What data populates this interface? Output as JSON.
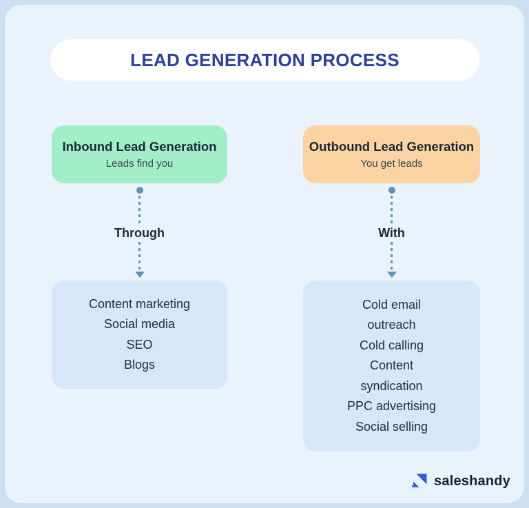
{
  "title": "LEAD GENERATION PROCESS",
  "colors": {
    "outer_bg": "#CFDFF3",
    "panel_bg": "#EAF2FC",
    "pill_bg": "#FFFFFF",
    "title_text": "#2B3F9E",
    "inbound_bg": "#A2EFC7",
    "outbound_bg": "#FBD3A2",
    "heading_text": "#1B2734",
    "subtitle_text": "#3A4654",
    "connector": "#6293AE",
    "label_text": "#1C2A39",
    "list_bg": "#D8E6FA",
    "list_text": "#222E3B",
    "logo_blue": "#2D5BE4",
    "brand_text": "#16202E"
  },
  "columns": [
    {
      "heading": "Inbound Lead Generation",
      "subheading": "Leads find you",
      "connector_label": "Through",
      "items": [
        "Content marketing",
        "Social media",
        "SEO",
        "Blogs"
      ]
    },
    {
      "heading": "Outbound Lead Generation",
      "subheading": "You get leads",
      "connector_label": "With",
      "items": [
        "Cold email\noutreach",
        "Cold calling",
        "Content\nsyndication",
        "PPC advertising",
        "Social selling"
      ]
    }
  ],
  "footer": {
    "brand": "saleshandy"
  }
}
